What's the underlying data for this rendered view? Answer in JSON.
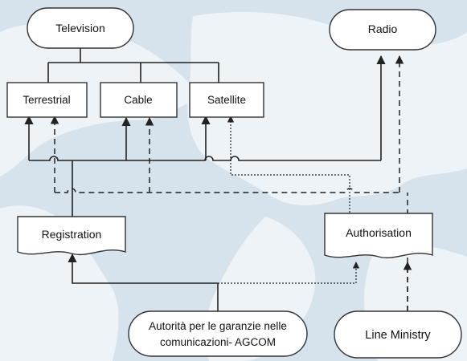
{
  "diagram": {
    "nodes": {
      "television": "Television",
      "radio": "Radio",
      "terrestrial": "Terrestrial",
      "cable": "Cable",
      "satellite": "Satellite",
      "registration": "Registration",
      "authorisation": "Authorisation",
      "agcom_line1": "Autorità per le garanzie nelle",
      "agcom_line2": "comunicazioni- AGCOM",
      "line_ministry": "Line Ministry"
    }
  }
}
